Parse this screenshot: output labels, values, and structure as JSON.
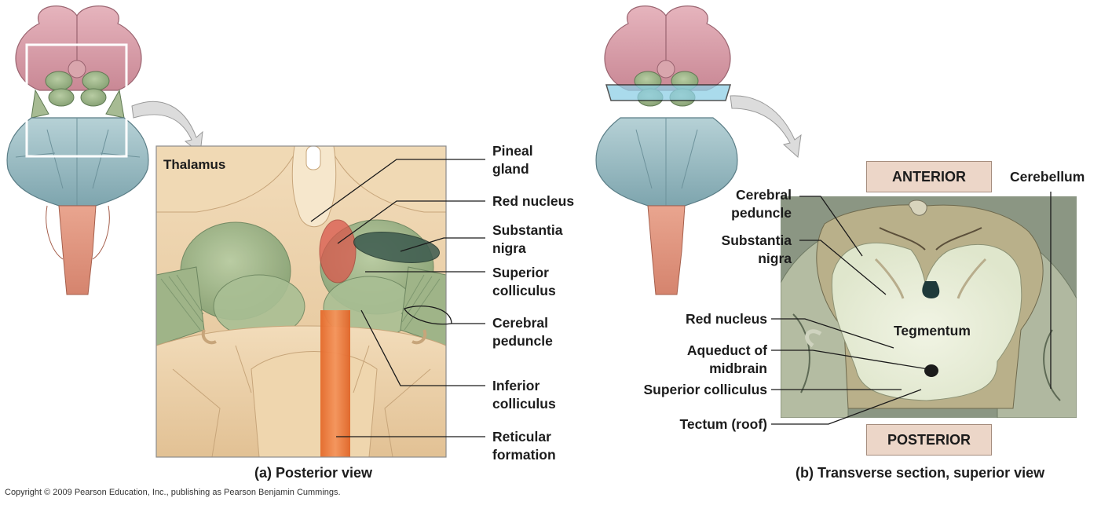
{
  "figure_a": {
    "caption": "(a) Posterior view",
    "region_label": "Thalamus",
    "labels": {
      "pineal_gland": "Pineal\ngland",
      "red_nucleus": "Red nucleus",
      "substantia_nigra": "Substantia\nnigra",
      "superior_colliculus": "Superior\ncolliculus",
      "cerebral_peduncle": "Cerebral\npeduncle",
      "inferior_colliculus": "Inferior\ncolliculus",
      "reticular_formation": "Reticular\nformation"
    }
  },
  "figure_b": {
    "caption": "(b) Transverse section, superior view",
    "anterior": "ANTERIOR",
    "posterior": "POSTERIOR",
    "region_label": "Tegmentum",
    "labels": {
      "cerebral_peduncle": "Cerebral\npeduncle",
      "substantia_nigra": "Substantia\nnigra",
      "red_nucleus": "Red nucleus",
      "aqueduct": "Aqueduct of\nmidbrain",
      "superior_colliculus": "Superior colliculus",
      "tectum": "Tectum (roof)",
      "cerebellum": "Cerebellum"
    }
  },
  "copyright": "Copyright © 2009 Pearson Education, Inc., publishing as Pearson Benjamin Cummings.",
  "colors": {
    "thalamus_pink": "#d99aa6",
    "collicular_green": "#9db58a",
    "brainstem_blue": "#9fbfc6",
    "spinal_salmon": "#e0957c",
    "tissue_tan": "#ecd3ac",
    "red_nucleus": "#d9574c",
    "substantia_nigra": "#3c5a4e",
    "reticular_orange": "#ec7a35",
    "section_white": "#e9eed9",
    "label_box": "#ecd6c8"
  }
}
